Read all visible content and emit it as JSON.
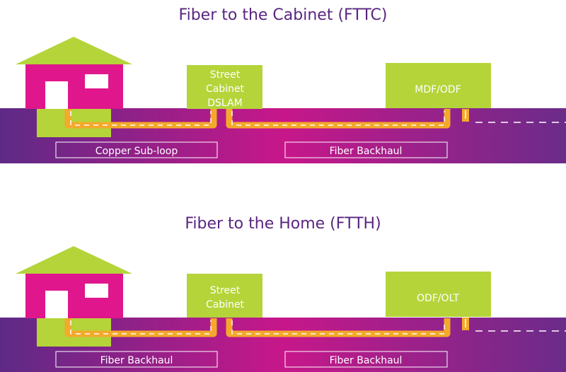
{
  "colors": {
    "title": "#5a2580",
    "band_left": "#5e2a86",
    "band_mid": "#c7178a",
    "band_right": "#6b2c8a",
    "house_wall": "#e0168c",
    "house_roof": "#b5d43a",
    "box_green": "#b5d43a",
    "cable": "#f4a92a",
    "dash": "#ffffff"
  },
  "diagrams": [
    {
      "title": "Fiber to the Cabinet (FTTC)",
      "cabinet_lines": [
        "Street",
        "Cabinet",
        "DSLAM"
      ],
      "exchange_label": "MDF/ODF",
      "segment_left": "Copper Sub-loop",
      "segment_right": "Fiber Backhaul"
    },
    {
      "title": "Fiber to the Home (FTTH)",
      "cabinet_lines": [
        "Street",
        "Cabinet"
      ],
      "exchange_label": "ODF/OLT",
      "segment_left": "Fiber Backhaul",
      "segment_right": "Fiber Backhaul"
    }
  ]
}
